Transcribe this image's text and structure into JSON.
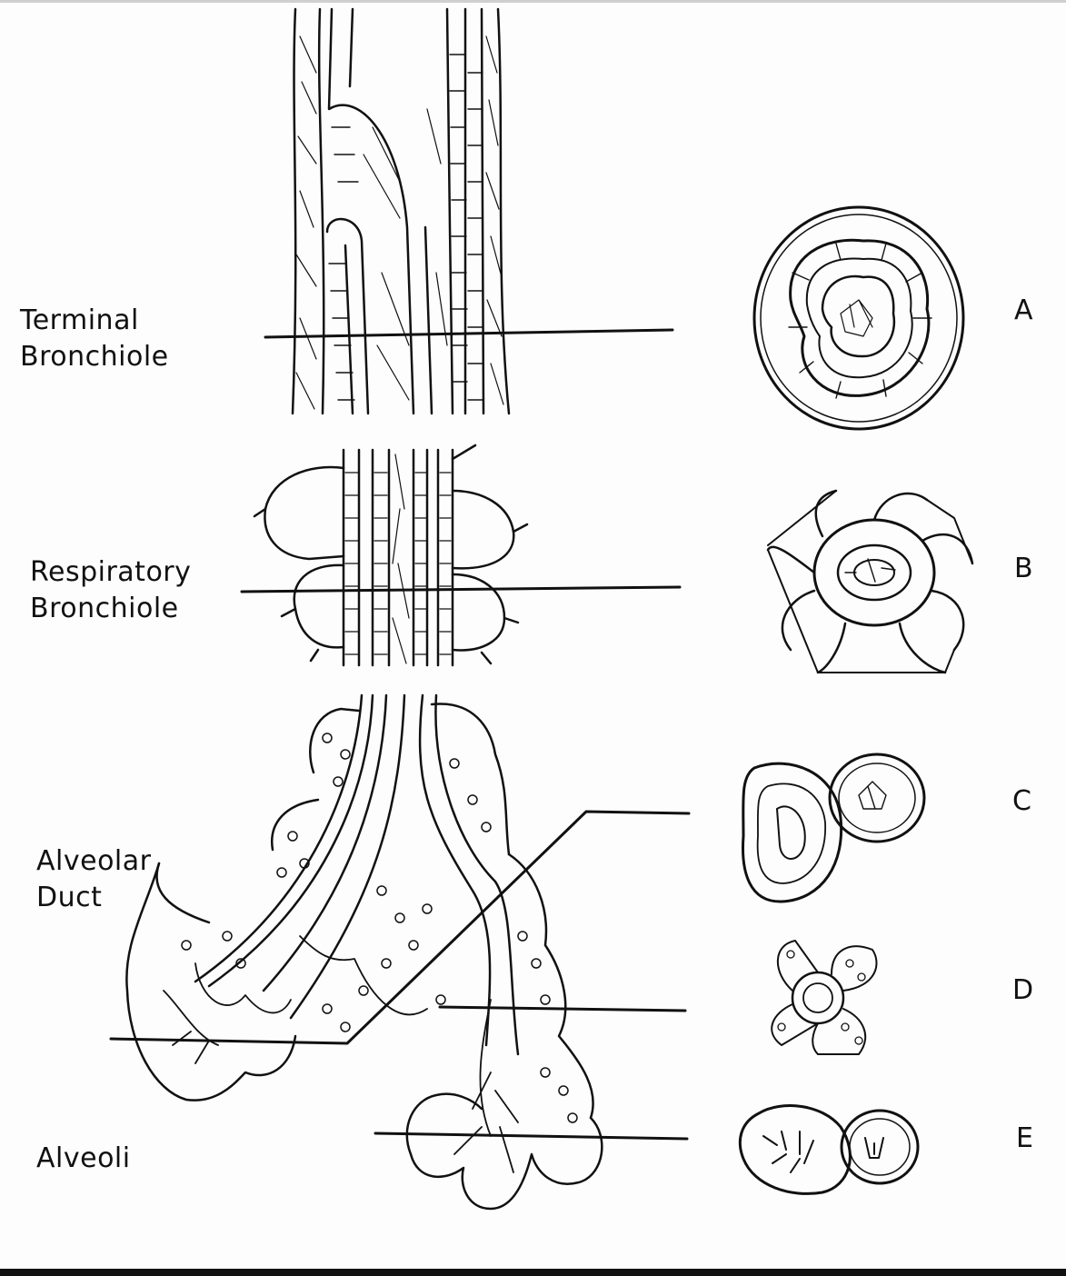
{
  "labels": {
    "terminal": [
      "Terminal",
      "Bronchiole"
    ],
    "respiratory": [
      "Respiratory",
      "Bronchiole"
    ],
    "duct": [
      "Alveolar",
      "Duct"
    ],
    "alveoli": "Alveoli"
  },
  "letters": [
    "A",
    "B",
    "C",
    "D",
    "E"
  ]
}
